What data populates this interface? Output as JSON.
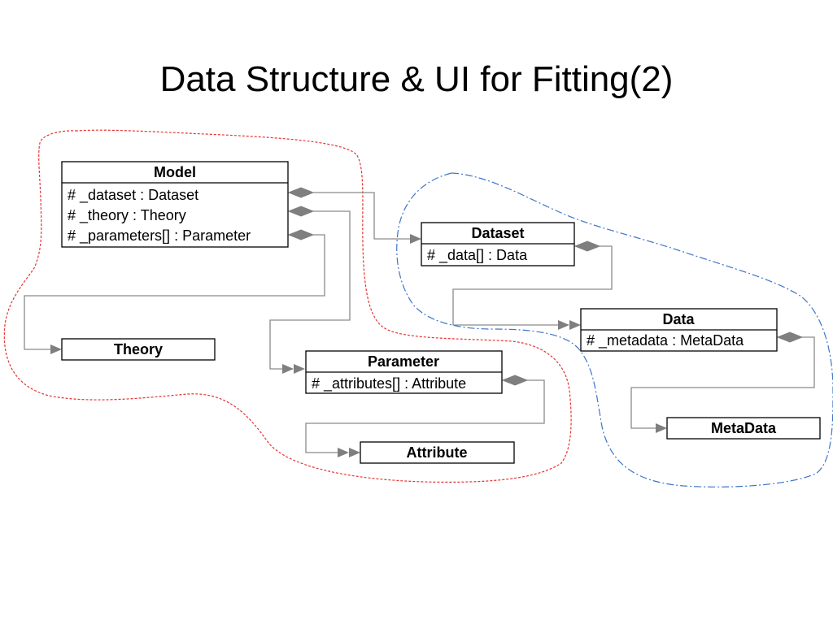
{
  "slide": {
    "title": "Data Structure & UI for Fitting(2)"
  },
  "classes": {
    "model": {
      "name": "Model",
      "attributes": [
        "# _dataset : Dataset",
        "# _theory : Theory",
        "# _parameters[] : Parameter"
      ]
    },
    "theory": {
      "name": "Theory"
    },
    "parameter": {
      "name": "Parameter",
      "attributes": [
        "# _attributes[] : Attribute"
      ]
    },
    "attribute": {
      "name": "Attribute"
    },
    "dataset": {
      "name": "Dataset",
      "attributes": [
        "# _data[] : Data"
      ]
    },
    "data": {
      "name": "Data",
      "attributes": [
        "# _metadata : MetaData"
      ]
    },
    "metadata": {
      "name": "MetaData"
    }
  },
  "colors": {
    "connector": "#8a8a8a",
    "diamond": "#7f7f7f",
    "model_region_outline": "#e53333",
    "data_region_outline": "#3f74c8"
  }
}
